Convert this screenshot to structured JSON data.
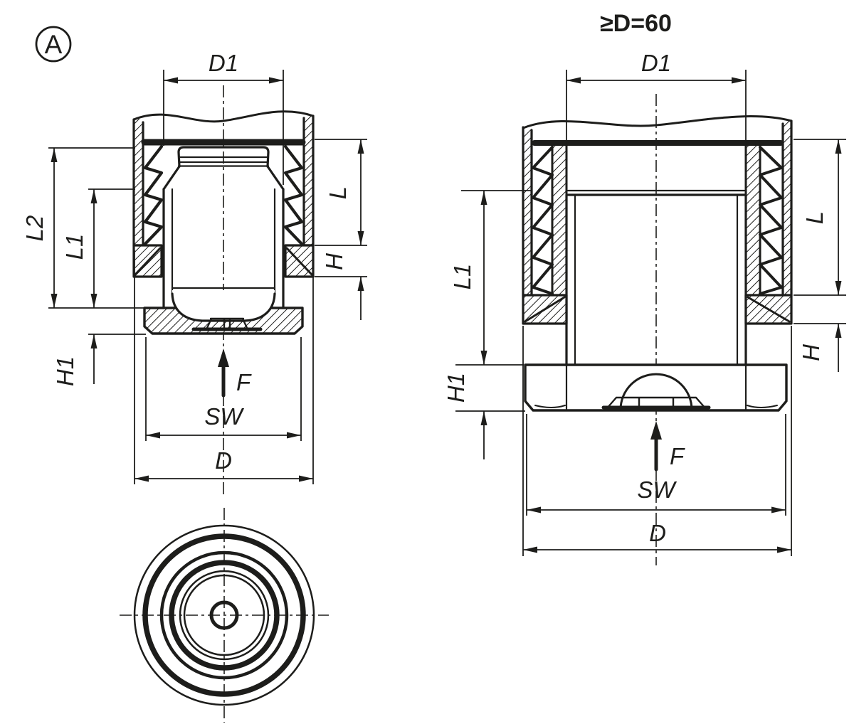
{
  "marker": {
    "label": "A"
  },
  "colors": {
    "ink": "#1d1d1b",
    "paper": "#ffffff"
  },
  "left_view": {
    "dim_labels": {
      "d1": "D1",
      "l2": "L2",
      "l1": "L1",
      "h1": "H1",
      "l": "L",
      "h": "H",
      "force": "F",
      "sw": "SW",
      "d": "D"
    }
  },
  "right_view": {
    "note": "≥D=60",
    "dim_labels": {
      "d1": "D1",
      "l1": "L1",
      "h1": "H1",
      "l": "L",
      "h": "H",
      "force": "F",
      "sw": "SW",
      "d": "D"
    }
  }
}
